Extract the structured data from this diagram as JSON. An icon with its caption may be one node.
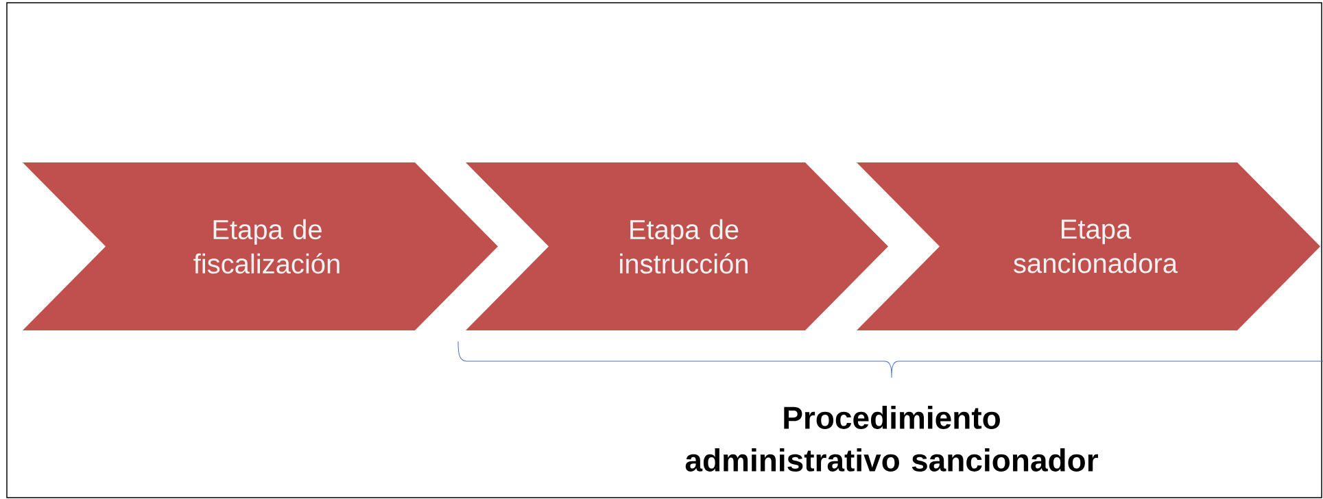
{
  "diagram": {
    "nodes": [
      {
        "text": [
          "Etapa de fiscalización"
        ]
      },
      {
        "text": [
          "Etapa de instrucción"
        ]
      },
      {
        "text": [
          "Etapa sancionadora"
        ]
      }
    ],
    "edges": [],
    "labels": [
      "Procedimiento administrativo sancionador"
    ]
  }
}
